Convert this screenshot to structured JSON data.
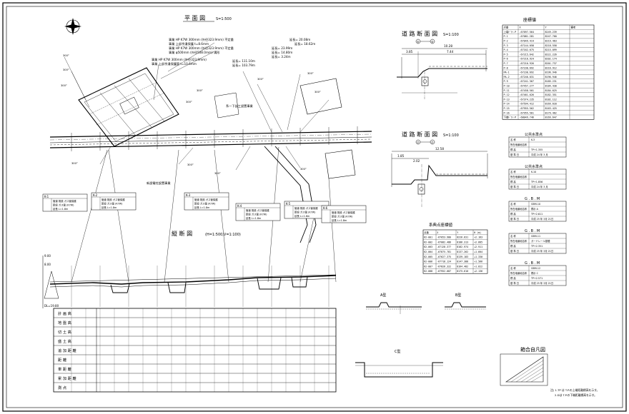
{
  "titles": {
    "plan": "平 面 図",
    "plan_scale": "S=1:500",
    "profile": "縦 断 図",
    "profile_scale": "(H=1:500,V=1:100)",
    "section_a": "道 路 断 面 図",
    "section_a_scale": "S=1:100",
    "section_b": "道 路 断 面 図",
    "section_b_scale": "S=1:100",
    "coordinates_table": "座標値",
    "plate_table": "系典点座標値",
    "legend": "箱合自凡図"
  },
  "section_a_marks": [
    "⑤",
    "⑤"
  ],
  "section_b_marks": [
    "⑦",
    "⑦"
  ],
  "section_a_dims": [
    "10.28",
    "3.85",
    "7.44"
  ],
  "section_b_dims": [
    "12.58",
    "1.85",
    "2.02"
  ],
  "plan_notes": [
    "事業 HP K7W 300mm (外径323.9mm) 不定量",
    "事業 上部余漫保護 t=8.6mm",
    "事業 HP K7W 300mm (外径323.9mm) 不定量",
    "事業 φ500mm (外径508.0mm) 溝形",
    "事業 HP K7W 300mm (外径323.9mm)",
    "事業 上部余漫保護管 t=10.6mm",
    "延長= 20.08m",
    "延長= 18.62m",
    "延長= 23.99m",
    "延長= 14.80m",
    "延長= 3.24m",
    "延長= 111.10m",
    "延長= 103.79m",
    "系一下部工設置事業",
    "新設電柱設置事業",
    "300°"
  ],
  "tag_labels": [
    "K-1",
    "K-2",
    "K-3",
    "K-4",
    "K-5",
    "K-6"
  ],
  "tag_lines": [
    "管道 既設 ガス管保護",
    "新設 ガス管 (K7W)",
    "延長 L=1.8m"
  ],
  "profile_rows": [
    "計 画 高",
    "地 盤 高",
    "切 土 高",
    "盛 土 高",
    "追 加 距 離",
    "距 離",
    "単 距 離",
    "累 加 距 離",
    "測 点"
  ],
  "profile_left": [
    "9.00",
    "8.00",
    "DL=19.80"
  ],
  "coord_header": [
    "点番",
    "X",
    "Y",
    "備考"
  ],
  "coord_rows": [
    [
      "上端ﾄﾞﾗｲ-P",
      "-67097.564",
      "8249.239",
      ""
    ],
    [
      "P-1",
      "-67081.281",
      "8247.760",
      ""
    ],
    [
      "P-2",
      "-67049.414",
      "8219.463",
      ""
    ],
    [
      "P-3",
      "-67144.058",
      "8218.558",
      ""
    ],
    [
      "P-4",
      "-67162.675",
      "8215.099",
      ""
    ],
    [
      "P-5",
      "-67215.642",
      "8222.226",
      ""
    ],
    [
      "P-6",
      "-67216.924",
      "8202.174",
      ""
    ],
    [
      "P-7",
      "-67216.926",
      "8201.737",
      ""
    ],
    [
      "P-8",
      "-67238.692",
      "8216.912",
      ""
    ],
    [
      "PA-1",
      "-67238.692",
      "8196.946",
      ""
    ],
    [
      "PA-2",
      "-67246.031",
      "8196.946",
      ""
    ],
    [
      "P-9",
      "-67241.367",
      "8185.231",
      ""
    ],
    [
      "P-10",
      "-67457.277",
      "8184.430",
      ""
    ],
    [
      "P-11",
      "-67458.501",
      "8184.625",
      ""
    ],
    [
      "P-12",
      "-67461.626",
      "8182.351",
      ""
    ],
    [
      "P-13",
      "-67374.235",
      "8182.112",
      ""
    ],
    [
      "P-14",
      "-67594.412",
      "8169.620",
      ""
    ],
    [
      "P-15",
      "-67955.562",
      "8163.425",
      ""
    ],
    [
      "P-16",
      "-67955.561",
      "8179.462",
      ""
    ],
    [
      "下端ﾄﾞﾗｲ-P",
      "-68049.746",
      "8169.647",
      ""
    ]
  ],
  "plate_header": [
    "点番",
    "X",
    "Y",
    "H (m)"
  ],
  "plate_rows": [
    [
      "K2-001",
      "-67053.980",
      "8226.631",
      "+2.163"
    ],
    [
      "K2-002",
      "-67082.486",
      "8186.313",
      "+2.685"
    ],
    [
      "K2-003",
      "-67128.377",
      "8182.974",
      "+2.911"
    ],
    [
      "K2-004",
      "-67875.781",
      "8137.262",
      "+1.604"
    ],
    [
      "K2-005",
      "-67627.375",
      "8139.183",
      "+1.330"
    ],
    [
      "K2-006",
      "-67718.124",
      "8147.388",
      "+1.566"
    ],
    [
      "K2-007",
      "-67826.322",
      "8164.482",
      "+1.622"
    ],
    [
      "K2-008",
      "-67952.087",
      "8175.610",
      "+2.136"
    ]
  ],
  "bm_boxes": [
    {
      "title": "公共水準点",
      "rows": [
        [
          "名 称",
          "K-3"
        ],
        [
          "所在地番地名称",
          ""
        ],
        [
          "標 高",
          "TP+1.355"
        ],
        [
          "基 準 日",
          "平成 24 年 3 月"
        ]
      ]
    },
    {
      "title": "公共水準点",
      "rows": [
        [
          "名 称",
          "K-10"
        ],
        [
          "所在地番地名称",
          ""
        ],
        [
          "標 高",
          "TP+1.856"
        ],
        [
          "基 準 日",
          "平成 24 年 3 月"
        ]
      ]
    },
    {
      "title": "G . B . M",
      "rows": [
        [
          "名 称",
          "GBM-10"
        ],
        [
          "所在地番地名称",
          "標示 A"
        ],
        [
          "標 高",
          "TP+2.611"
        ],
        [
          "基 準 日",
          "平成 25 年 3月 21日"
        ]
      ]
    },
    {
      "title": "G . B . M",
      "rows": [
        [
          "名 称",
          "GBM-11"
        ],
        [
          "所在地番地名称",
          "ガードレール基礎"
        ],
        [
          "標 高",
          "TP+2.351"
        ],
        [
          "基 準 日",
          "平成 25 年 3月 21日"
        ]
      ]
    },
    {
      "title": "G . B . M",
      "rows": [
        [
          "名 称",
          "GBM-12"
        ],
        [
          "所在地番地名称",
          "標示 C"
        ],
        [
          "標 高",
          "TP+2.571"
        ],
        [
          "基 準 日",
          "平成 25 年 3月 21日"
        ]
      ]
    }
  ],
  "detail_labels": [
    "A型",
    "B型",
    "C型"
  ],
  "notes": [
    "注) 1.TP は T.P.の上端距離標高を示す。",
    "2.Dは T.P.の下端距離標高を示す。"
  ]
}
